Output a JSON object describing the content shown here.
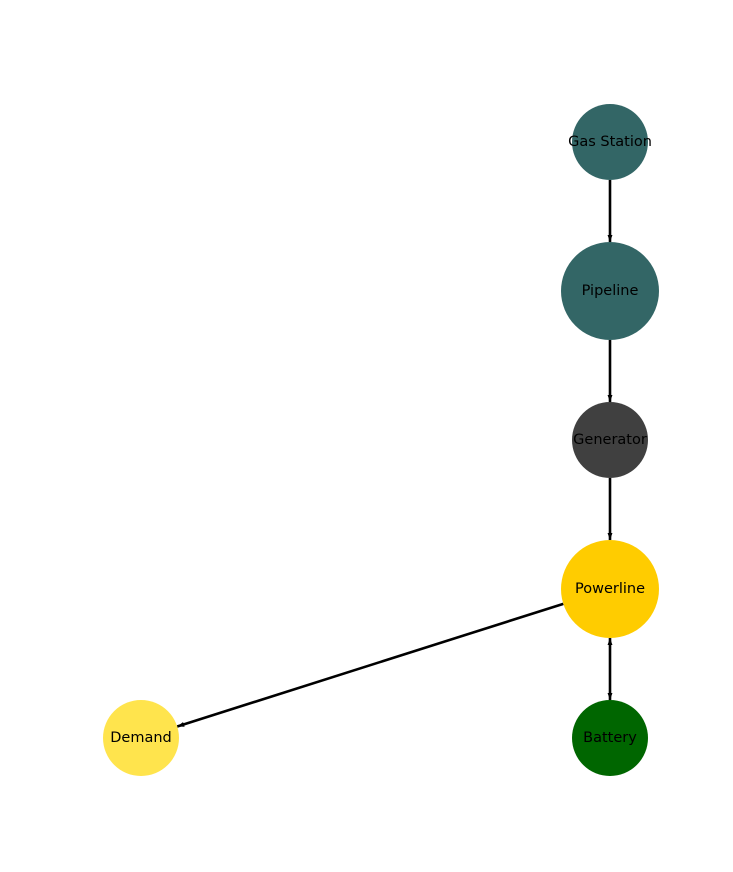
{
  "diagram": {
    "nodes": [
      {
        "id": "gas_station",
        "label": "Gas Station",
        "color": "#336666"
      },
      {
        "id": "pipeline",
        "label": "Pipeline",
        "color": "#336666"
      },
      {
        "id": "generator",
        "label": "Generator",
        "color": "#404040"
      },
      {
        "id": "powerline",
        "label": "Powerline",
        "color": "#ffcc00"
      },
      {
        "id": "demand",
        "label": "Demand",
        "color": "#ffe44d"
      },
      {
        "id": "battery",
        "label": "Battery",
        "color": "#006600"
      }
    ],
    "edges": [
      {
        "from": "gas_station",
        "to": "pipeline",
        "bidirectional": false
      },
      {
        "from": "pipeline",
        "to": "generator",
        "bidirectional": false
      },
      {
        "from": "generator",
        "to": "powerline",
        "bidirectional": false
      },
      {
        "from": "powerline",
        "to": "demand",
        "bidirectional": false
      },
      {
        "from": "powerline",
        "to": "battery",
        "bidirectional": true
      }
    ],
    "edge_color": "#000000"
  }
}
